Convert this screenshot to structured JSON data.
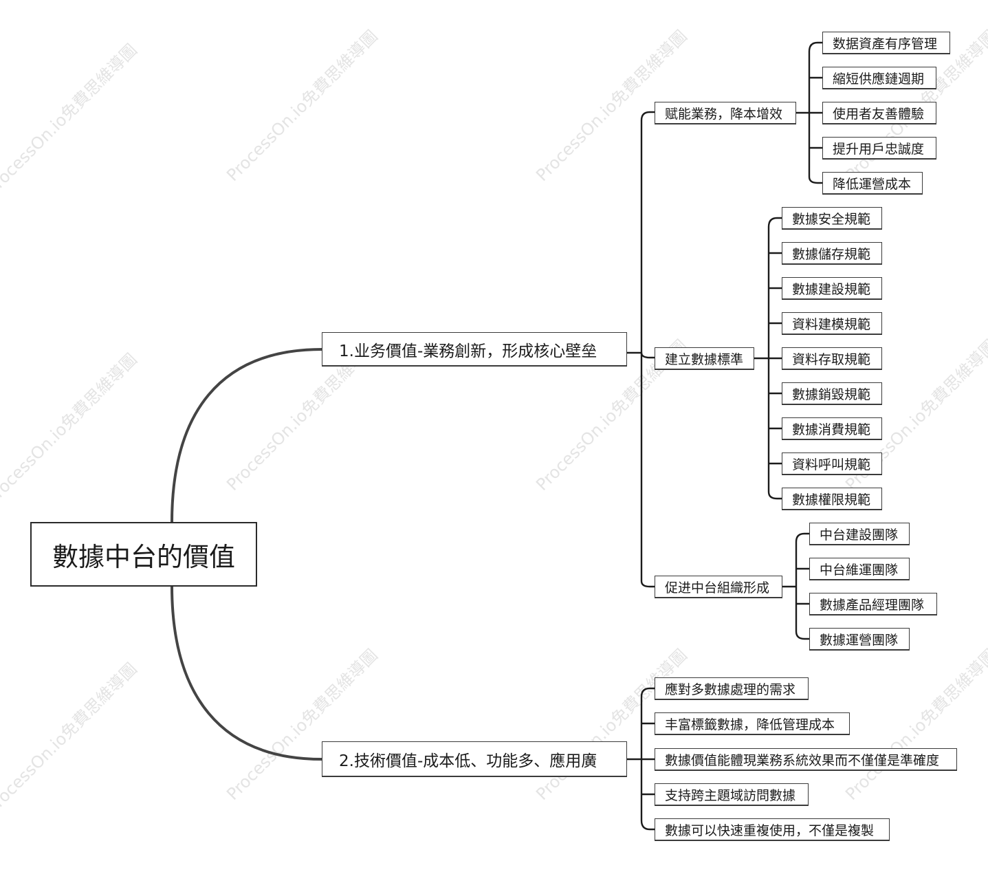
{
  "root": {
    "label": "數據中台的價值"
  },
  "branches": [
    {
      "label": "1.业务價值-業務創新，形成核心壁垒",
      "children": [
        {
          "label": "赋能業務，降本增效",
          "children": [
            "数据資產有序管理",
            "縮短供應鏈週期",
            "使用者友善體驗",
            "提升用戶忠誠度",
            "降低運營成本"
          ]
        },
        {
          "label": "建立數據標準",
          "children": [
            "數據安全規範",
            "數據儲存規範",
            "數據建設規範",
            "資料建模規範",
            "資料存取規範",
            "數據銷毀規範",
            "數據消費規範",
            "資料呼叫規範",
            "數據權限規範"
          ]
        },
        {
          "label": "促进中台組織形成",
          "children": [
            "中台建設團隊",
            "中台維運團隊",
            "數據產品經理團隊",
            "數據運營團隊"
          ]
        }
      ]
    },
    {
      "label": "2.技術價值-成本低、功能多、應用廣",
      "children": [
        {
          "label": "應對多數據處理的需求"
        },
        {
          "label": "丰富標籤數據，降低管理成本"
        },
        {
          "label": "數據價值能體現業務系統效果而不僅僅是準確度"
        },
        {
          "label": "支持跨主題域訪問數據"
        },
        {
          "label": "數據可以快速重複使用，不僅是複製"
        }
      ]
    }
  ],
  "watermark": "ProcessOn.io免費思維導圖",
  "colors": {
    "line": "#1b1b1b",
    "curve": "#444444",
    "watermark": "#e4e4e4"
  }
}
